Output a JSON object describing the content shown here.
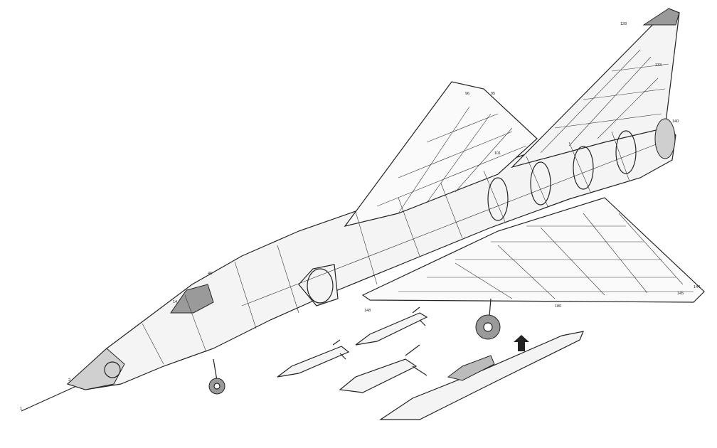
{
  "diagram": {
    "callouts": [
      {
        "id": "c1",
        "text": "1"
      },
      {
        "id": "c2",
        "text": "2"
      },
      {
        "id": "c14",
        "text": "14"
      },
      {
        "id": "c46",
        "text": "46"
      },
      {
        "id": "c95",
        "text": "95"
      },
      {
        "id": "c96",
        "text": "96"
      },
      {
        "id": "c101",
        "text": "101"
      },
      {
        "id": "c128",
        "text": "128"
      },
      {
        "id": "c133",
        "text": "133"
      },
      {
        "id": "c140",
        "text": "140"
      },
      {
        "id": "c144",
        "text": "144"
      },
      {
        "id": "c145",
        "text": "145"
      },
      {
        "id": "c148",
        "text": "148"
      },
      {
        "id": "c180",
        "text": "180"
      }
    ]
  },
  "colors": {
    "line": "#222222",
    "fill": "#f4f4f4",
    "shade": "#9a9a9a",
    "background": "#ffffff"
  }
}
